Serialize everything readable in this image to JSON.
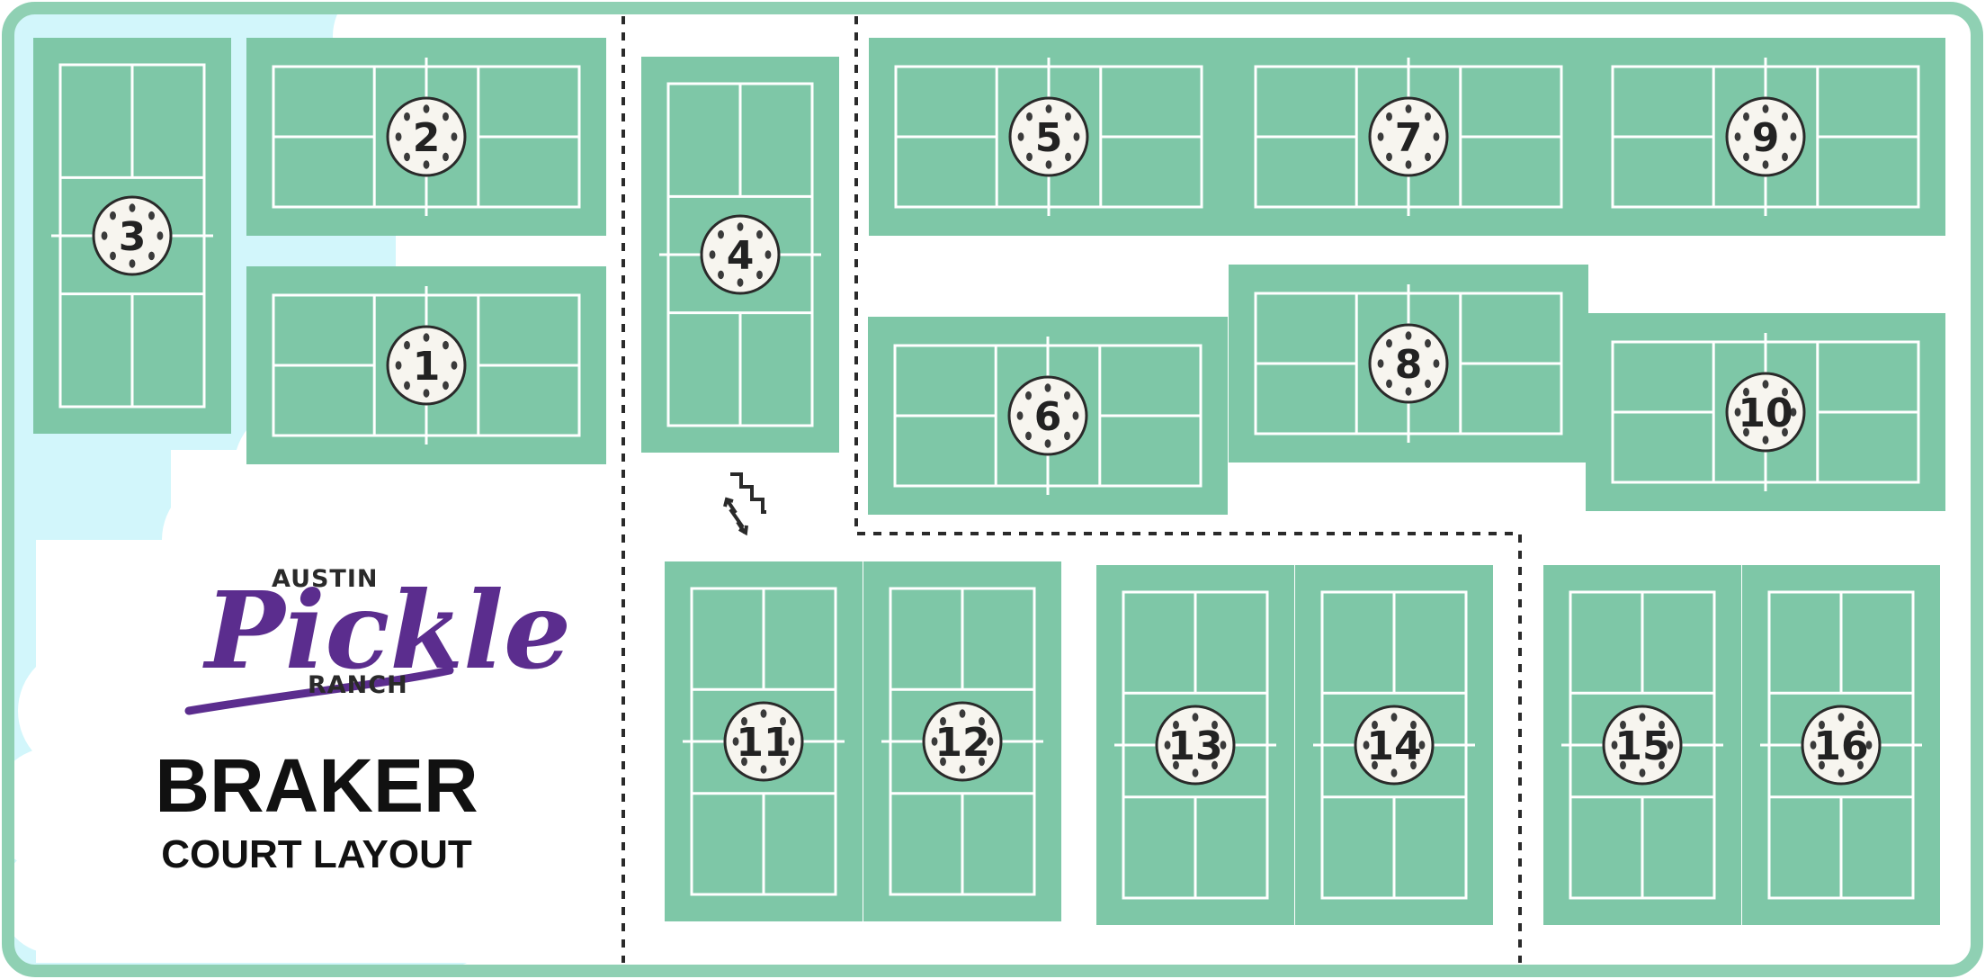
{
  "map": {
    "logo": {
      "top": "AUSTIN",
      "script": "Pickle",
      "bottom": "RANCH"
    },
    "title": "BRAKER",
    "subtitle": "COURT LAYOUT",
    "stairs_icon": "stairs-icon",
    "colors": {
      "frame": "#8fd0b3",
      "court": "#7ec7a7",
      "lines": "#ffffff",
      "sky": "#d2f6fb",
      "logo_purple": "#5b2d8e",
      "ball": "#f7f5ef",
      "ball_outline": "#2a2a2a",
      "divider": "#2a2a2a"
    },
    "courts": [
      {
        "number": "1",
        "orientation": "horizontal"
      },
      {
        "number": "2",
        "orientation": "horizontal"
      },
      {
        "number": "3",
        "orientation": "vertical"
      },
      {
        "number": "4",
        "orientation": "vertical"
      },
      {
        "number": "5",
        "orientation": "horizontal"
      },
      {
        "number": "6",
        "orientation": "horizontal"
      },
      {
        "number": "7",
        "orientation": "horizontal"
      },
      {
        "number": "8",
        "orientation": "horizontal"
      },
      {
        "number": "9",
        "orientation": "horizontal"
      },
      {
        "number": "10",
        "orientation": "horizontal"
      },
      {
        "number": "11",
        "orientation": "vertical"
      },
      {
        "number": "12",
        "orientation": "vertical"
      },
      {
        "number": "13",
        "orientation": "vertical"
      },
      {
        "number": "14",
        "orientation": "vertical"
      },
      {
        "number": "15",
        "orientation": "vertical"
      },
      {
        "number": "16",
        "orientation": "vertical"
      }
    ]
  }
}
